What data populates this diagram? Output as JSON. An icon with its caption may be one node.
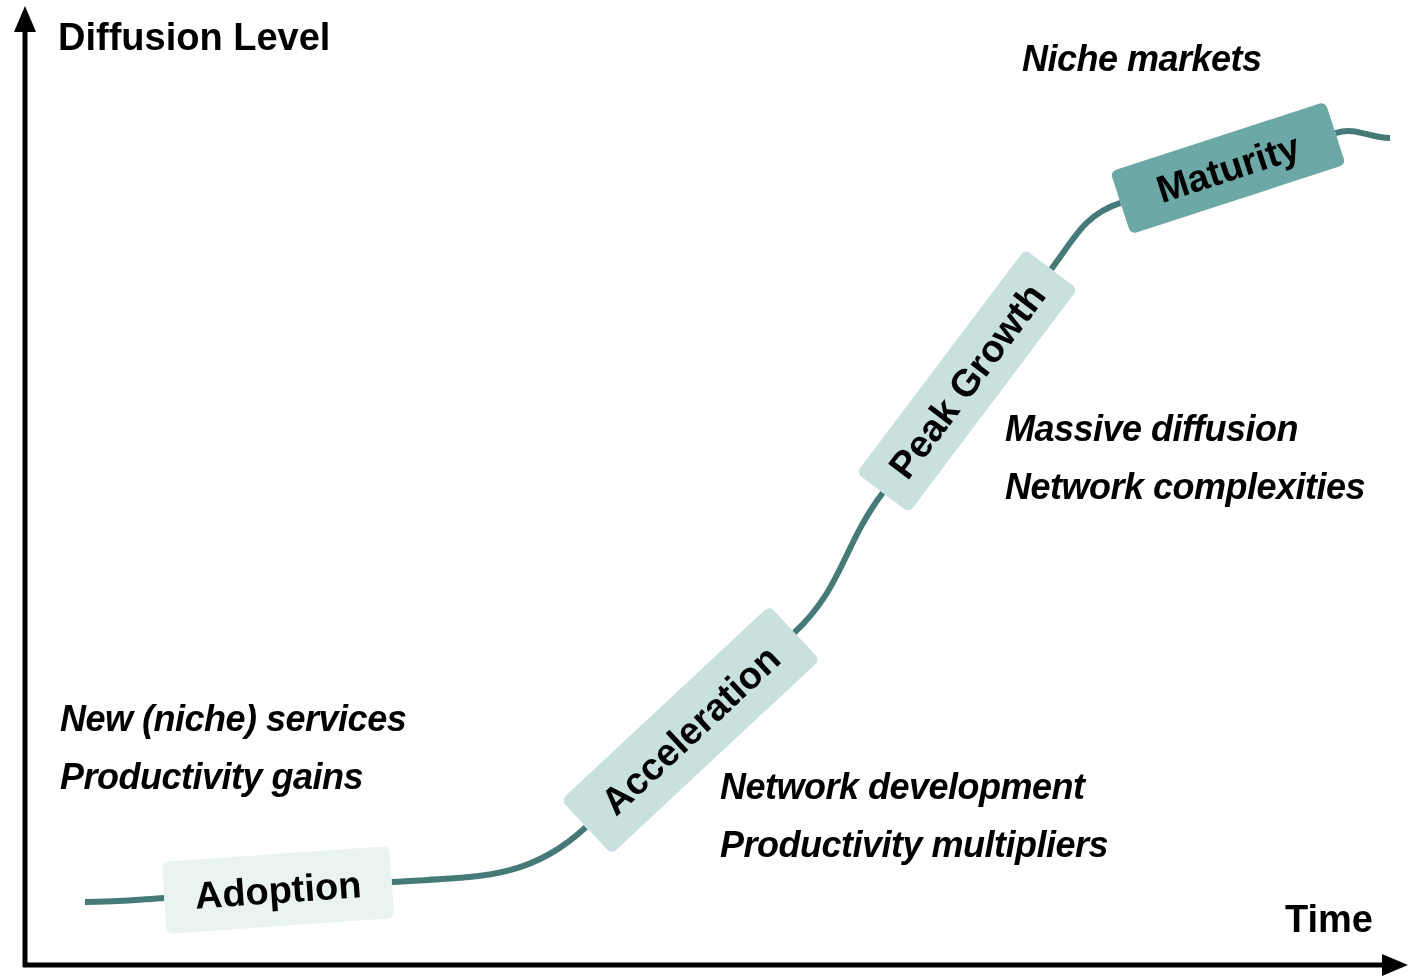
{
  "diagram": {
    "nodes": [
      {
        "text": [
          "Adoption"
        ],
        "beside": [
          "New (niche) services",
          "Productivity gains"
        ]
      },
      {
        "text": [
          "Acceleration"
        ],
        "beside": [
          "Network development",
          "Productivity multipliers"
        ]
      },
      {
        "text": [
          "Peak Growth"
        ],
        "beside": [
          "Massive diffusion",
          "Network complexities"
        ]
      },
      {
        "text": [
          "Maturity"
        ],
        "beside": [
          "Niche markets"
        ]
      }
    ],
    "edges": [
      {
        "from": null,
        "to": 0,
        "arrow": "none"
      },
      {
        "from": 0,
        "to": 1,
        "arrow": "none"
      },
      {
        "from": 1,
        "to": 2,
        "arrow": "none"
      },
      {
        "from": 2,
        "to": 3,
        "arrow": "none"
      },
      {
        "from": 3,
        "to": null,
        "arrow": "none"
      }
    ],
    "labels": [
      "Diffusion Level",
      "Time"
    ]
  }
}
